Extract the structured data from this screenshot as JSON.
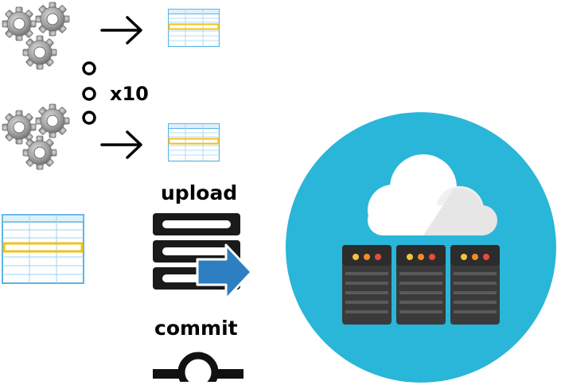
{
  "multiplier_label": "x10",
  "upload_label": "upload",
  "commit_label": "commit",
  "icons": {
    "gears": "gears-icon",
    "arrow": "arrow-right-icon",
    "table": "table-icon",
    "server_upload": "server-upload-icon",
    "commit": "commit-icon",
    "cloud_server": "cloud-server-icon"
  },
  "colors": {
    "gear": "#9a9a9a",
    "table_line": "#5ab4e6",
    "table_highlight": "#f2c21b",
    "upload_arrow": "#2e7fc1",
    "cloud_circle": "#29b6d8",
    "server_dark": "#3a3a3a",
    "led_yellow": "#f5c33b",
    "led_orange": "#f28c28",
    "led_red": "#ea4b3c"
  }
}
